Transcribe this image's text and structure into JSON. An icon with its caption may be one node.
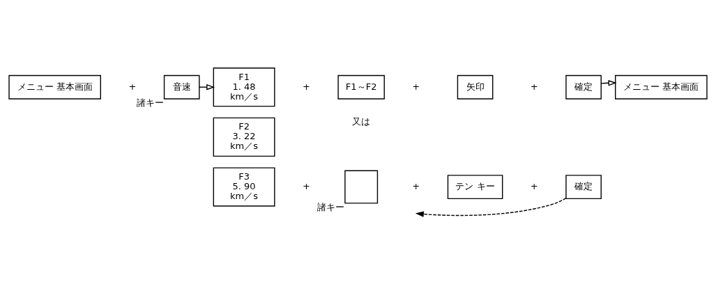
{
  "diagram": {
    "nodes": [
      {
        "text": [
          "メニュー 基本画面"
        ]
      },
      {
        "text": [
          "音速"
        ],
        "beside": [
          "諸キー"
        ]
      },
      {
        "text": [
          "F1",
          "1. 48",
          "km／s"
        ]
      },
      {
        "text": [
          "F2",
          "3. 22",
          "km／s"
        ]
      },
      {
        "text": [
          "F3",
          "5. 90",
          "km／s"
        ]
      },
      {
        "text": [
          "F1～F2"
        ]
      },
      {
        "text": [
          "矢印"
        ]
      },
      {
        "text": [
          "確定"
        ]
      },
      {
        "text": [],
        "shape": "box",
        "beside": [
          "諸キー"
        ]
      },
      {
        "text": [
          "テン キー"
        ]
      },
      {
        "text": [
          "確定"
        ]
      },
      {
        "text": [
          "メニュー 基本画面"
        ]
      }
    ],
    "edges": [
      {
        "from": 1,
        "to": 2,
        "arrow": "to"
      },
      {
        "from": 7,
        "to": 11,
        "arrow": "to"
      },
      {
        "from": 10,
        "to": null,
        "arrow": "to",
        "style": "dashed"
      }
    ],
    "labels": [
      "+",
      "+",
      "+",
      "+",
      "又は",
      "+",
      "+",
      "+"
    ]
  }
}
